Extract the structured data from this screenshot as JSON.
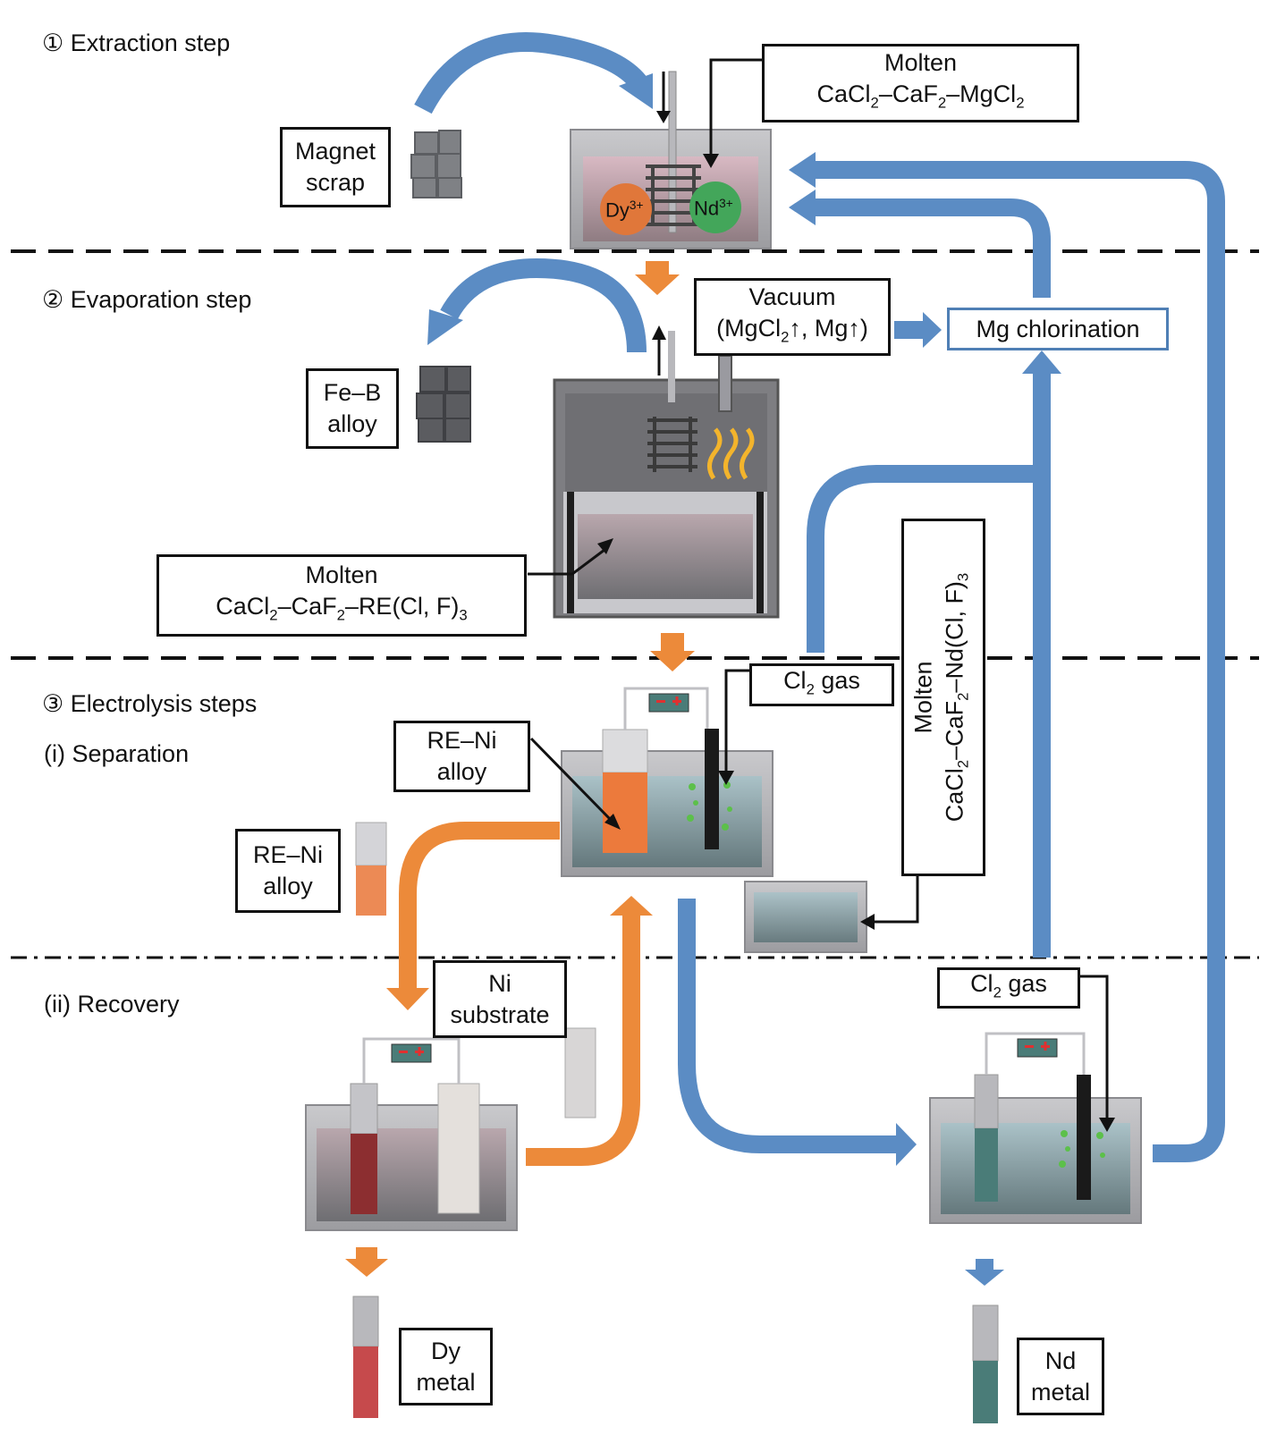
{
  "steps": {
    "extraction": "① Extraction step",
    "evaporation": "② Evaporation step",
    "electrolysis": "③ Electrolysis steps",
    "separation": "(i) Separation",
    "recovery": "(ii) Recovery"
  },
  "labels": {
    "molten_top_1": "Molten",
    "magnet_1": "Magnet",
    "magnet_2": "scrap",
    "ion_dy": "Dy",
    "ion_dy_charge": "3+",
    "ion_nd": "Nd",
    "ion_nd_charge": "3+",
    "vacuum_1": "Vacuum",
    "mg_chlorination": "Mg chlorination",
    "feb_1": "Fe–B",
    "feb_2": "alloy",
    "molten_mid_1": "Molten",
    "cl2_gas": "gas",
    "reni_1": "RE–Ni",
    "reni_2": "alloy",
    "molten_nd_1": "Molten",
    "ni_1": "Ni",
    "ni_2": "substrate",
    "dy_1": "Dy",
    "dy_2": "metal",
    "nd_1": "Nd",
    "nd_2": "metal"
  },
  "colors": {
    "blue_arrow": "#5b8cc4",
    "orange_arrow": "#ec8a3a",
    "dy_ion": "#e0773a",
    "nd_ion": "#43a65a",
    "dy_metal": "#c64a4c",
    "nd_metal": "#4a7c78",
    "mg_box_border": "#4f7fb5",
    "heat_waves": "#f3b42c",
    "gas_bubbles": "#5cc04a"
  },
  "icons": [
    "magnet-scrap-cubes",
    "feb-alloy-cubes",
    "heat-waves-icon",
    "power-supply-icon"
  ]
}
